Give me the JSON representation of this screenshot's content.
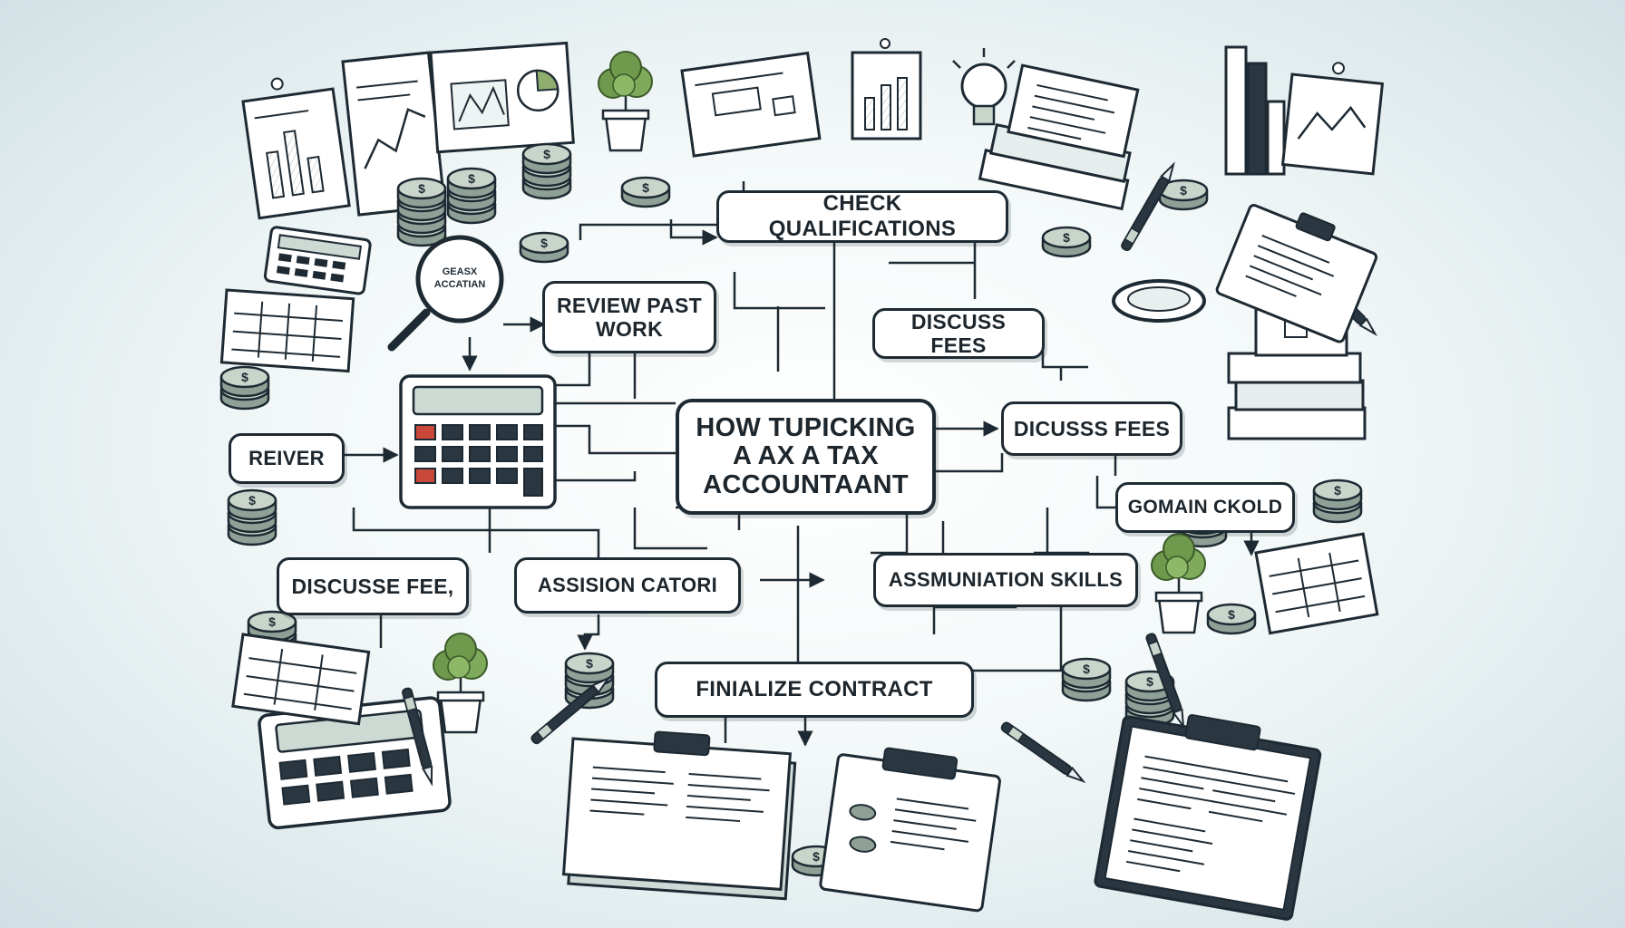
{
  "lens_label": {
    "line1": "GEASX",
    "line2": "ACCATIAN"
  },
  "nodes": {
    "check_qualifications": "CHECK QUALIFICATIONS",
    "review_past_work": {
      "line1": "REVIEW PAST",
      "line2": "WORK"
    },
    "discuss_fees_top": "DISCUSS FEES",
    "dicuss_fees_right": "DICUSSS FEES",
    "reiver": "REIVER",
    "center": {
      "line1": "HOW TUPICKING",
      "line2": "A AX A TAX",
      "line3": "ACCOUNTAANT"
    },
    "gomain_ckold": "GOMAIN CKOLD",
    "discusse_fee": "DISCUSSE FEE,",
    "assision_catori": "ASSISION CATORI",
    "assmuniation_skills": "ASSMUNIATION SKILLS",
    "finalize_contract": "FINIALIZE CONTRACT"
  },
  "colors": {
    "ink": "#1e2a33",
    "paper": "#ffffff",
    "coin": "#b9c7bd",
    "plant": "#6f9a4e",
    "background": "#e4eef0",
    "calculator_red": "#c9483a"
  },
  "icons": [
    "calculator-icon",
    "coin-stack-icon",
    "magnifying-glass-icon",
    "potted-plant-icon",
    "clipboard-icon",
    "document-icon",
    "book-stack-icon",
    "pen-icon",
    "light-bulb-icon",
    "chart-paper-icon"
  ]
}
